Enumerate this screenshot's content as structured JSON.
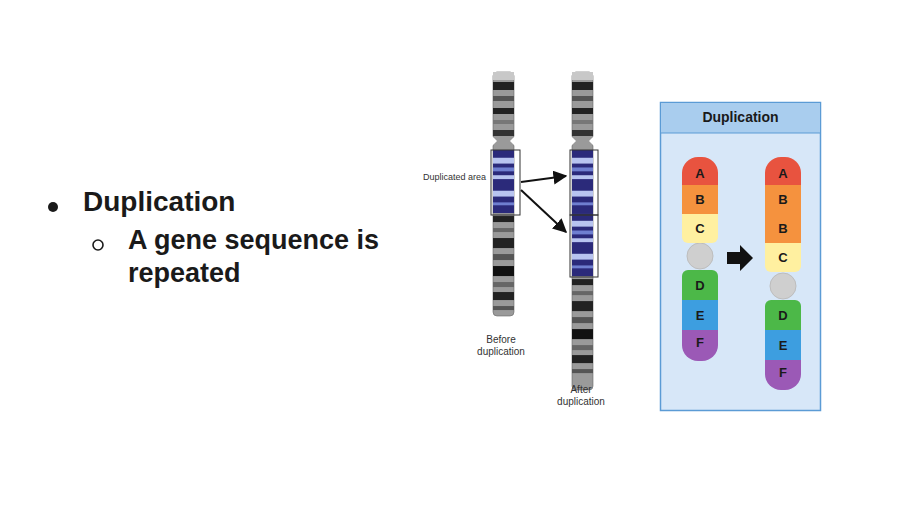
{
  "diagram": {
    "nodes": [
      {
        "text": [
          "Duplication"
        ]
      },
      {
        "text": [
          "A"
        ],
        "in": 0
      },
      {
        "text": [
          "B"
        ],
        "in": 0
      },
      {
        "text": [
          "C"
        ],
        "in": 0
      },
      {
        "text": [
          "D"
        ],
        "in": 0
      },
      {
        "text": [
          "E"
        ],
        "in": 0
      },
      {
        "text": [
          "F"
        ],
        "in": 0
      },
      {
        "text": [
          "A"
        ],
        "in": 0
      },
      {
        "text": [
          "B"
        ],
        "in": 0
      },
      {
        "text": [
          "B"
        ],
        "in": 0
      },
      {
        "text": [
          "C"
        ],
        "in": 0
      },
      {
        "text": [
          "D"
        ],
        "in": 0
      },
      {
        "text": [
          "E"
        ],
        "in": 0
      },
      {
        "text": [
          "F"
        ],
        "in": 0
      }
    ],
    "labels": [
      "Duplication",
      "A gene sequence is repeated",
      "Duplicated area",
      "Before duplication",
      "After duplication"
    ]
  }
}
